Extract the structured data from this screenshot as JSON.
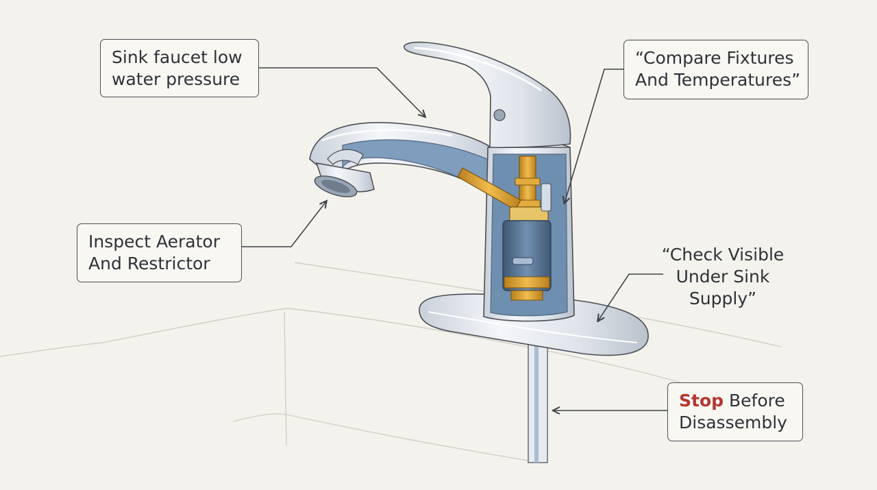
{
  "callouts": {
    "low_pressure": {
      "line1": "Sink faucet low",
      "line2": "water pressure"
    },
    "compare": {
      "line1": "“Compare Fixtures",
      "line2": "And Temperatures”"
    },
    "aerator": {
      "line1": "Inspect Aerator",
      "line2": "And Restrictor"
    },
    "supply": {
      "line1": "“Check Visible",
      "line2": "Under Sink",
      "line3": "Supply”"
    },
    "stop": {
      "word": "Stop",
      "rest": "Before",
      "line2": "Disassembly"
    }
  },
  "colors": {
    "background": "#f3f2ec",
    "outline": "#4a4d52",
    "chrome": "#e4e8ee",
    "water_blue": "#6f8fb0",
    "brass": "#d9a030",
    "cartridge": "#5b7796",
    "stop_accent": "#b3362f"
  }
}
